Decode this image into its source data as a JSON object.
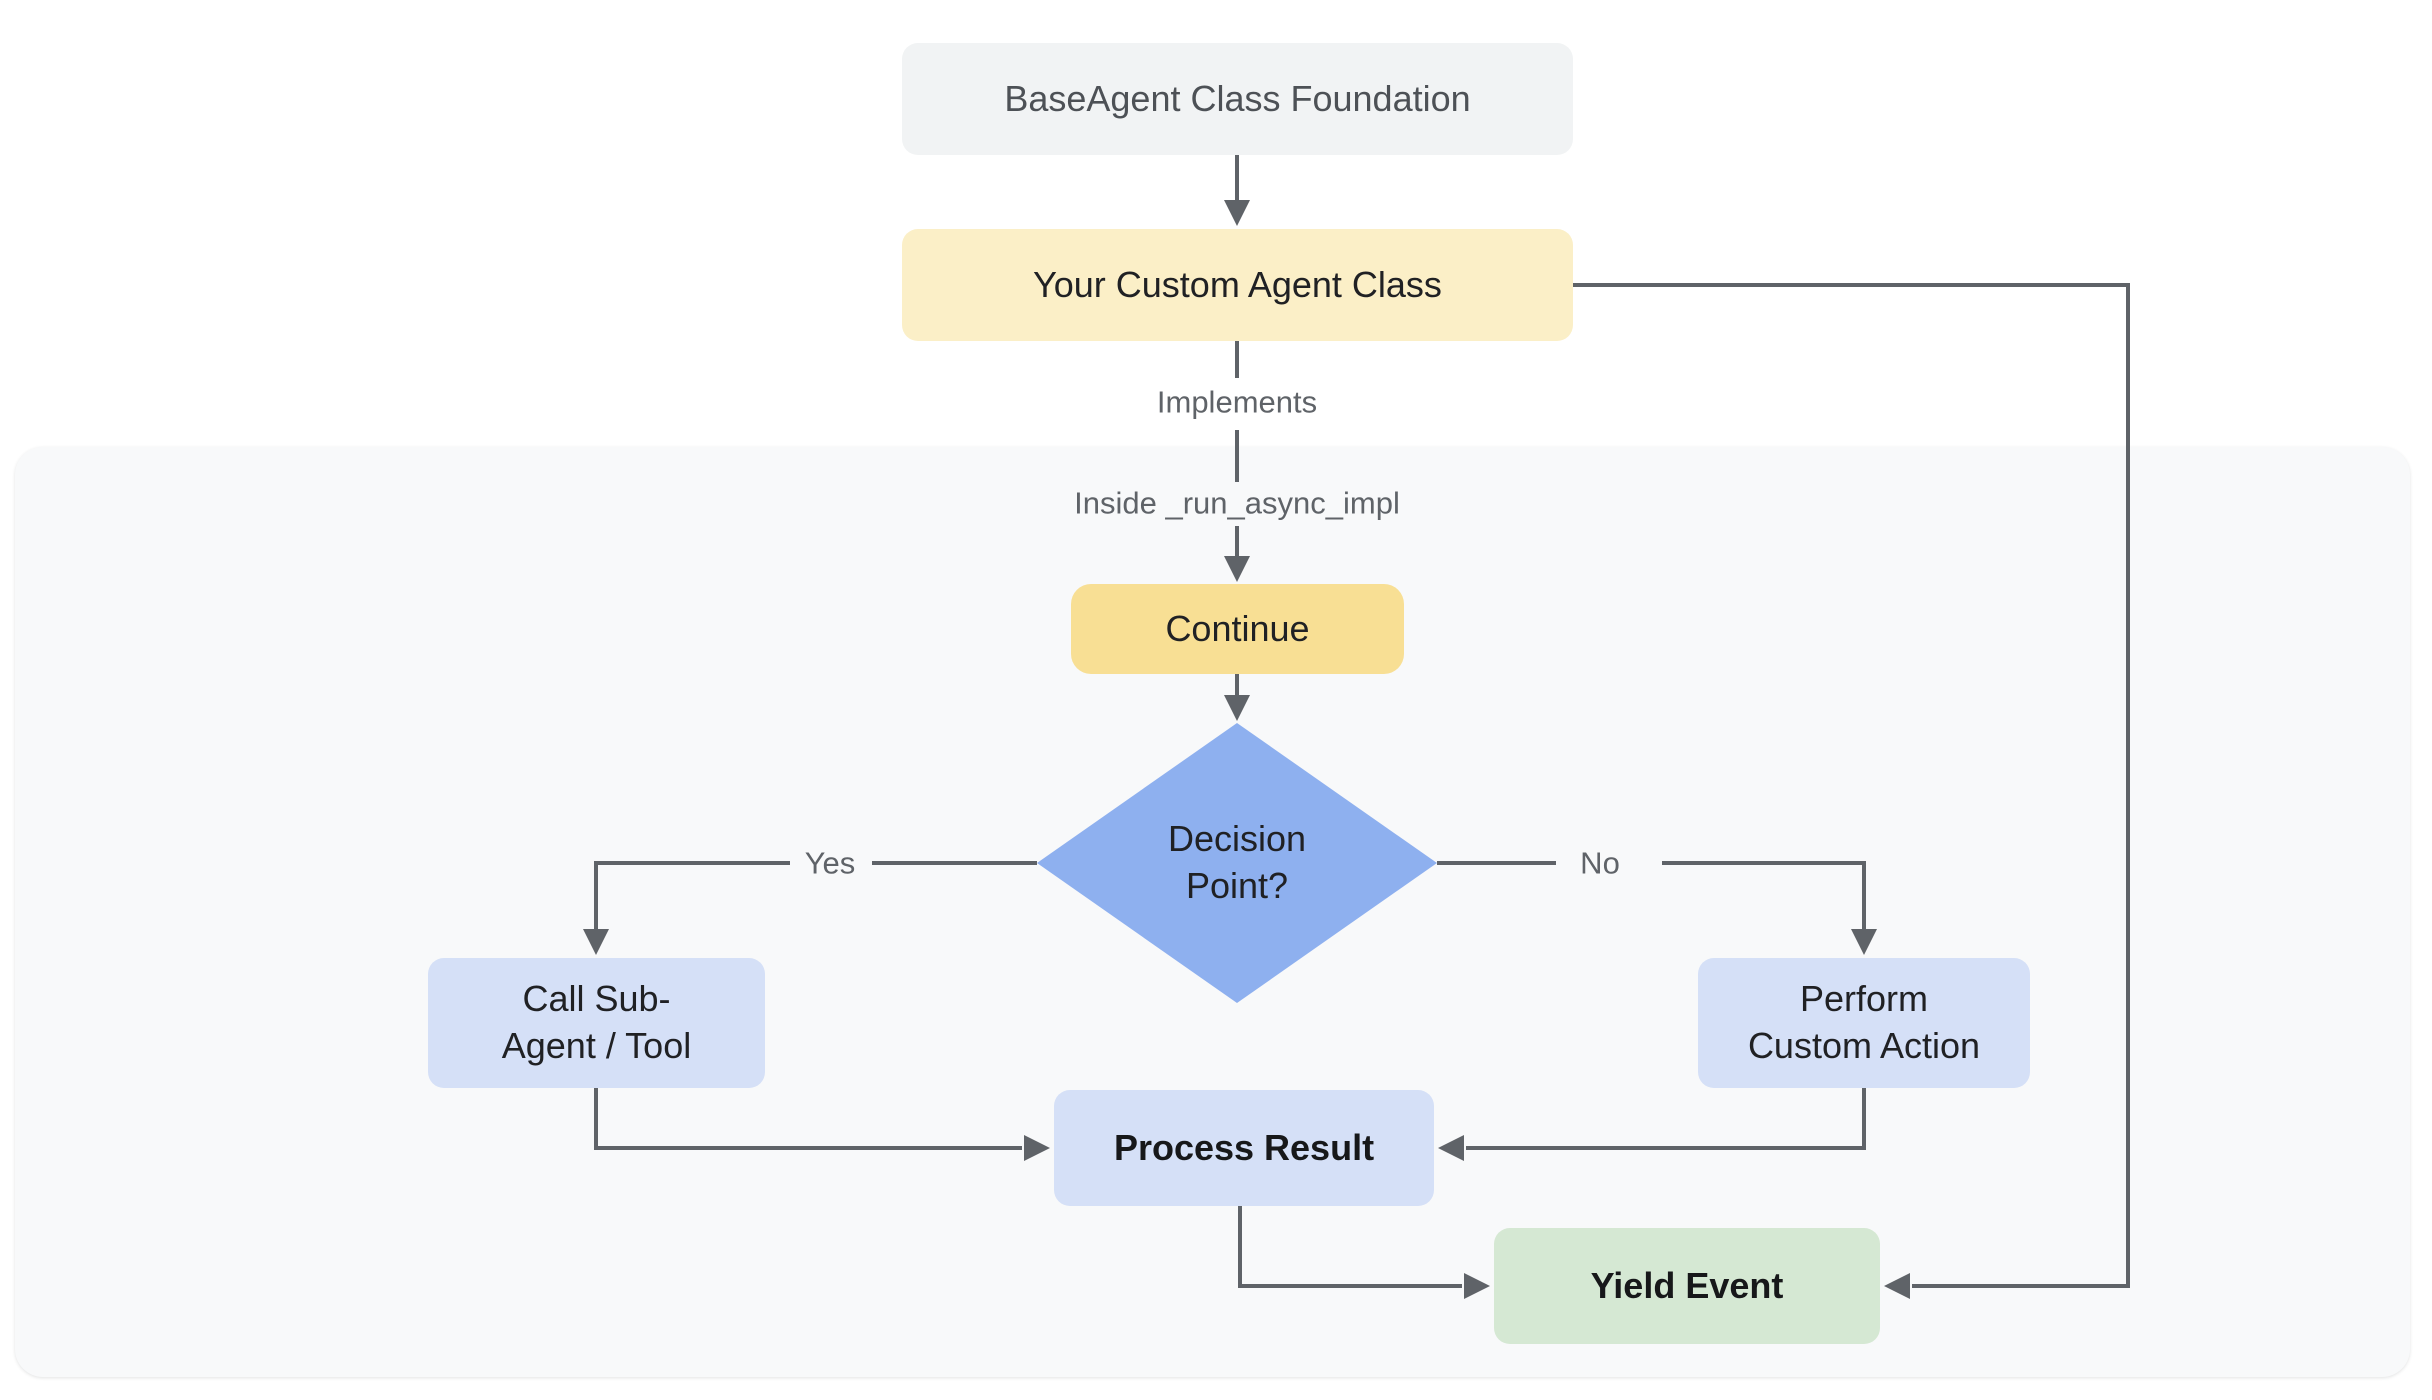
{
  "diagram": {
    "nodes": {
      "foundation": {
        "label": "BaseAgent Class Foundation",
        "fill": "#f1f3f4"
      },
      "custom_agent": {
        "label": "Your Custom Agent Class",
        "fill": "#fbefc7"
      },
      "continue_step": {
        "label": "Continue",
        "fill": "#f8df94"
      },
      "decision": {
        "lines": [
          "Decision",
          "Point?"
        ],
        "fill": "#8eb0ef"
      },
      "call_sub_agent": {
        "lines": [
          "Call Sub-",
          "Agent / Tool"
        ],
        "fill": "#d5e0f7"
      },
      "perform_custom": {
        "lines": [
          "Perform",
          "Custom Action"
        ],
        "fill": "#d5e0f7"
      },
      "process_result": {
        "label": "Process Result",
        "fill": "#d5e0f7"
      },
      "yield_event": {
        "label": "Yield Event",
        "fill": "#d5e8d3"
      }
    },
    "edge_labels": {
      "implements": "Implements",
      "inside_impl": "Inside _run_async_impl",
      "yes": "Yes",
      "no": "No"
    },
    "colors": {
      "connector": "#5f6368",
      "container_fill": "#f8f9fa",
      "node_text": "#202124",
      "muted_text": "#5f6368",
      "page_background": "#ffffff"
    }
  }
}
